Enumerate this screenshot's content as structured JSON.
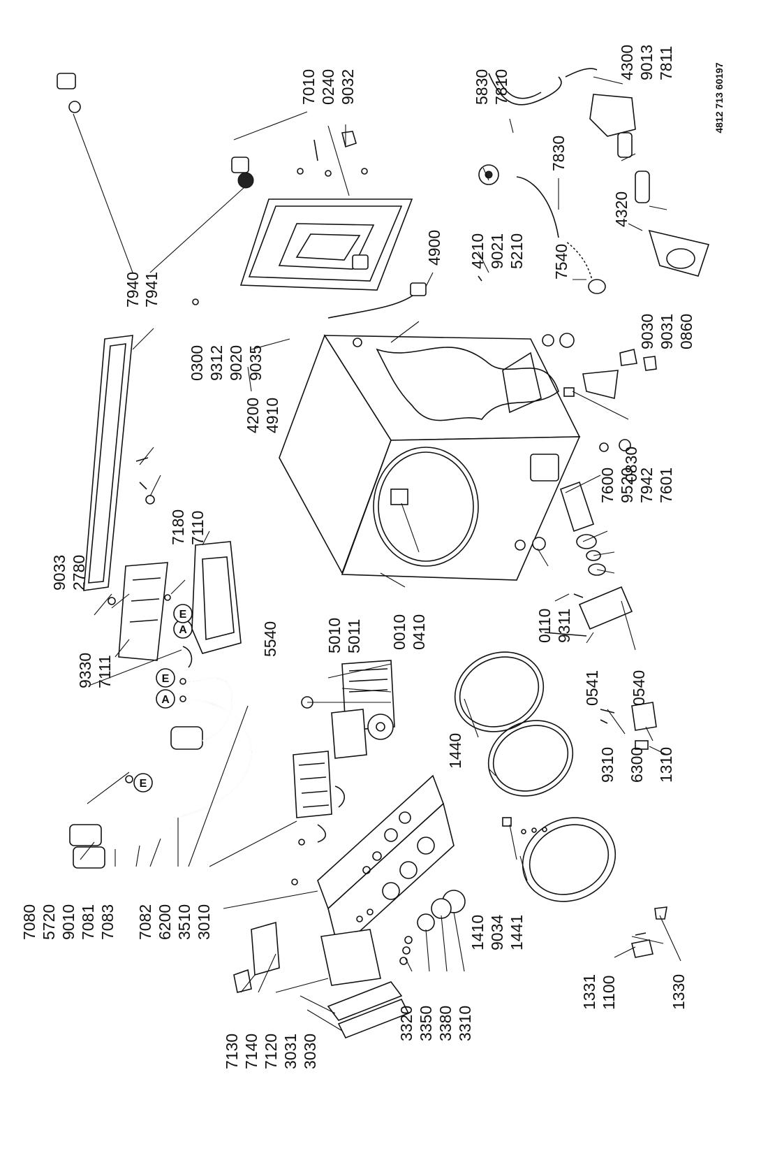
{
  "document_id": "4812 713 60197",
  "labels": {
    "7940": "7940",
    "7941": "7941",
    "7010": "7010",
    "0240": "0240",
    "9032": "9032",
    "0300": "0300",
    "9312": "9312",
    "9020": "9020",
    "9035": "9035",
    "4900": "4900",
    "4200": "4200",
    "4910": "4910",
    "4210": "4210",
    "9021": "9021",
    "5210": "5210",
    "5830": "5830",
    "7810": "7810",
    "7830": "7830",
    "4300": "4300",
    "9013": "9013",
    "7811": "7811",
    "4320": "4320",
    "7540": "7540",
    "9030": "9030",
    "9031": "9031",
    "0860": "0860",
    "0830": "0830",
    "7600": "7600",
    "9520": "9520",
    "7942": "7942",
    "7601": "7601",
    "9033": "9033",
    "2780": "2780",
    "7180": "7180",
    "7110": "7110",
    "9330": "9330",
    "7111": "7111",
    "0010": "0010",
    "0410": "0410",
    "0110": "0110",
    "9311": "9311",
    "0541": "0541",
    "0540": "0540",
    "5540": "5540",
    "5010": "5010",
    "5011": "5011",
    "1440": "1440",
    "9310": "9310",
    "6300": "6300",
    "1310": "1310",
    "1410": "1410",
    "9034": "9034",
    "1441": "1441",
    "1331": "1331",
    "1100": "1100",
    "1330": "1330",
    "7080": "7080",
    "5720": "5720",
    "9010": "9010",
    "7081": "7081",
    "7083": "7083",
    "7082": "7082",
    "6200": "6200",
    "3510": "3510",
    "3010": "3010",
    "7130": "7130",
    "7140": "7140",
    "7120": "7120",
    "3031": "3031",
    "3030": "3030",
    "3320": "3320",
    "3350": "3350",
    "3380": "3380",
    "3310": "3310"
  },
  "markers": {
    "a": "A",
    "e": "E"
  }
}
